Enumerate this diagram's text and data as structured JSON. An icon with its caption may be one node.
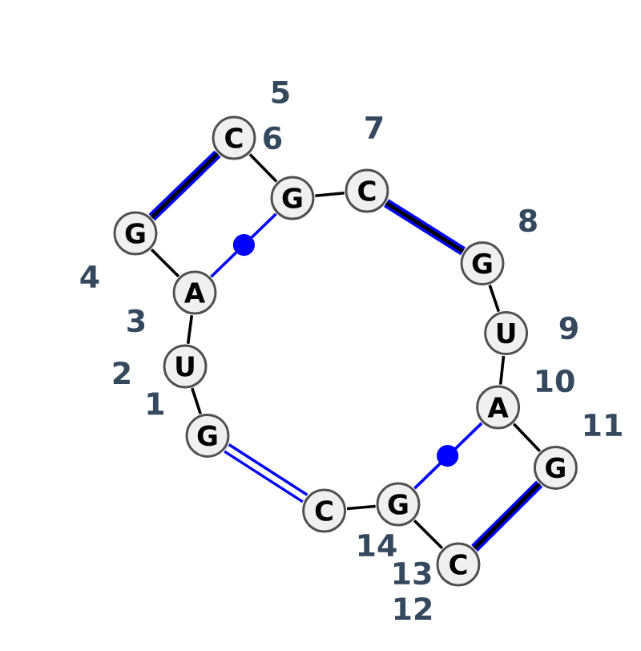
{
  "diagram": {
    "nodes": [
      {
        "text": [
          "G"
        ]
      },
      {
        "text": [
          "U"
        ]
      },
      {
        "text": [
          "A"
        ]
      },
      {
        "text": [
          "G"
        ]
      },
      {
        "text": [
          "C"
        ]
      },
      {
        "text": [
          "G"
        ]
      },
      {
        "text": [
          "C"
        ]
      },
      {
        "text": [
          "G"
        ]
      },
      {
        "text": [
          "U"
        ]
      },
      {
        "text": [
          "A"
        ]
      },
      {
        "text": [
          "G"
        ]
      },
      {
        "text": [
          "C"
        ]
      },
      {
        "text": [
          "G"
        ]
      },
      {
        "text": [
          "C"
        ]
      }
    ],
    "edges": [
      {
        "from": 0,
        "to": 1,
        "arrow": "none"
      },
      {
        "from": 1,
        "to": 2,
        "arrow": "none"
      },
      {
        "from": 2,
        "to": 3,
        "arrow": "none"
      },
      {
        "from": 3,
        "to": 4,
        "arrow": "none",
        "style": "thick",
        "color": "#0000ff"
      },
      {
        "from": 4,
        "to": 5,
        "arrow": "none"
      },
      {
        "from": 5,
        "to": 6,
        "arrow": "none"
      },
      {
        "from": 6,
        "to": 7,
        "arrow": "none",
        "style": "thick",
        "color": "#0000ff"
      },
      {
        "from": 7,
        "to": 8,
        "arrow": "none"
      },
      {
        "from": 8,
        "to": 9,
        "arrow": "none"
      },
      {
        "from": 9,
        "to": 10,
        "arrow": "none"
      },
      {
        "from": 10,
        "to": 11,
        "arrow": "none",
        "style": "thick",
        "color": "#0000ff"
      },
      {
        "from": 11,
        "to": 12,
        "arrow": "none"
      },
      {
        "from": 12,
        "to": 13,
        "arrow": "none"
      },
      {
        "from": 0,
        "to": 13,
        "arrow": "none",
        "style": "thick",
        "color": "#0000ff"
      },
      {
        "from": 2,
        "to": 5,
        "arrow": "none",
        "color": "#0000ff"
      },
      {
        "from": 9,
        "to": 12,
        "arrow": "none",
        "color": "#0000ff"
      }
    ],
    "labels": [
      "5",
      "7",
      "6",
      "8",
      "4",
      "3",
      "9",
      "2",
      "10",
      "1",
      "11",
      "14",
      "13",
      "12"
    ]
  }
}
